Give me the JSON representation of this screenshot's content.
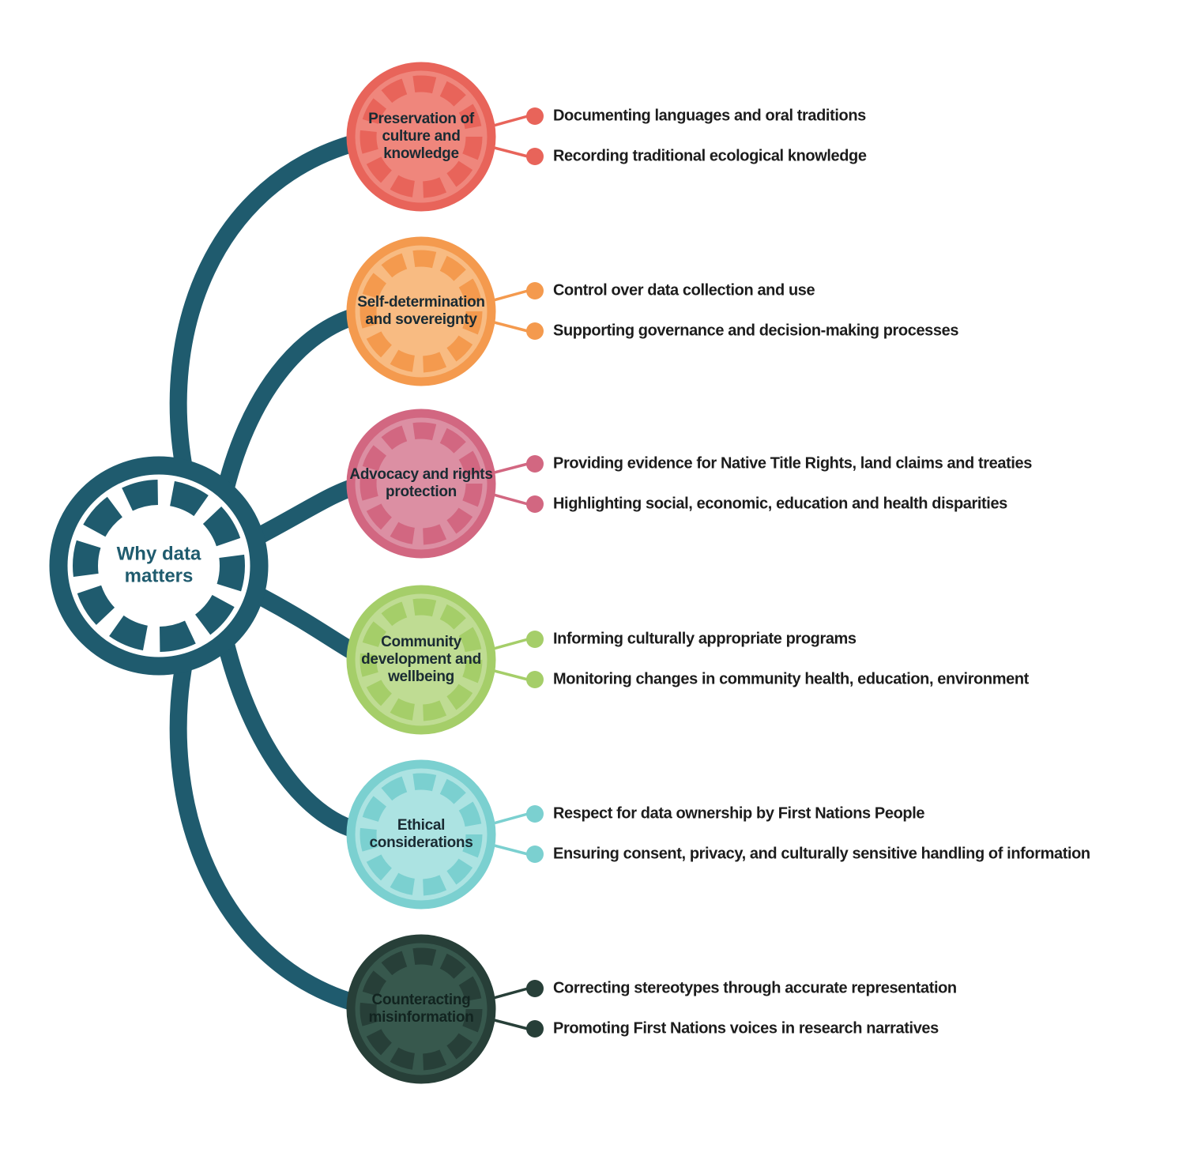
{
  "title": "Why data matters mind map",
  "hub": {
    "label": "Why data matters",
    "color": "#1f5b6e"
  },
  "branches": [
    {
      "label": "Preservation of culture and knowledge",
      "color": "#e8645a",
      "fill": "#ef867c",
      "items": [
        "Documenting languages and oral traditions",
        "Recording traditional ecological knowledge"
      ]
    },
    {
      "label": "Self-determination and sovereignty",
      "color": "#f49a4e",
      "fill": "#f8bb82",
      "items": [
        "Control over data collection and use",
        "Supporting governance and decision-making processes"
      ]
    },
    {
      "label": "Advocacy and rights protection",
      "color": "#d26781",
      "fill": "#dc8fa3",
      "items": [
        "Providing evidence for Native Title Rights, land claims and treaties",
        "Highlighting social, economic, education and health disparities"
      ]
    },
    {
      "label": "Community development and wellbeing",
      "color": "#a5ce69",
      "fill": "#bfdc93",
      "items": [
        "Informing culturally appropriate programs",
        "Monitoring changes in community health, education, environment"
      ]
    },
    {
      "label": "Ethical considerations",
      "color": "#7bd0d0",
      "fill": "#ace3e2",
      "items": [
        "Respect for data ownership by First Nations People",
        "Ensuring consent, privacy, and culturally sensitive handling of information"
      ]
    },
    {
      "label": "Counteracting misinformation",
      "color": "#273f38",
      "fill": "#37584d",
      "items": [
        "Correcting stereotypes through accurate representation",
        "Promoting First Nations voices in research narratives"
      ]
    }
  ]
}
